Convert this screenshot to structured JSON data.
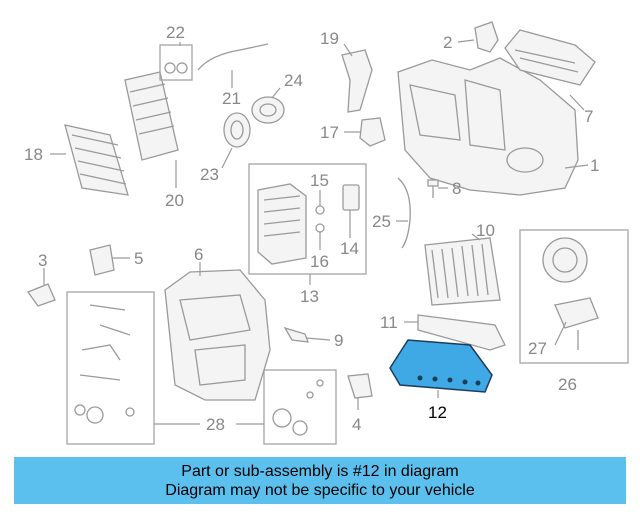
{
  "callouts": [
    "1",
    "2",
    "3",
    "4",
    "5",
    "6",
    "7",
    "8",
    "9",
    "10",
    "11",
    "12",
    "13",
    "14",
    "15",
    "16",
    "17",
    "18",
    "19",
    "20",
    "21",
    "22",
    "23",
    "24",
    "25",
    "26",
    "27",
    "28"
  ],
  "highlight": {
    "part_number": "12",
    "color": "#3fa9e6"
  },
  "banner": {
    "line1": "Part or sub-assembly is #12 in diagram",
    "line2": "Diagram may not be specific to your vehicle",
    "color": "#5bc0ee"
  }
}
